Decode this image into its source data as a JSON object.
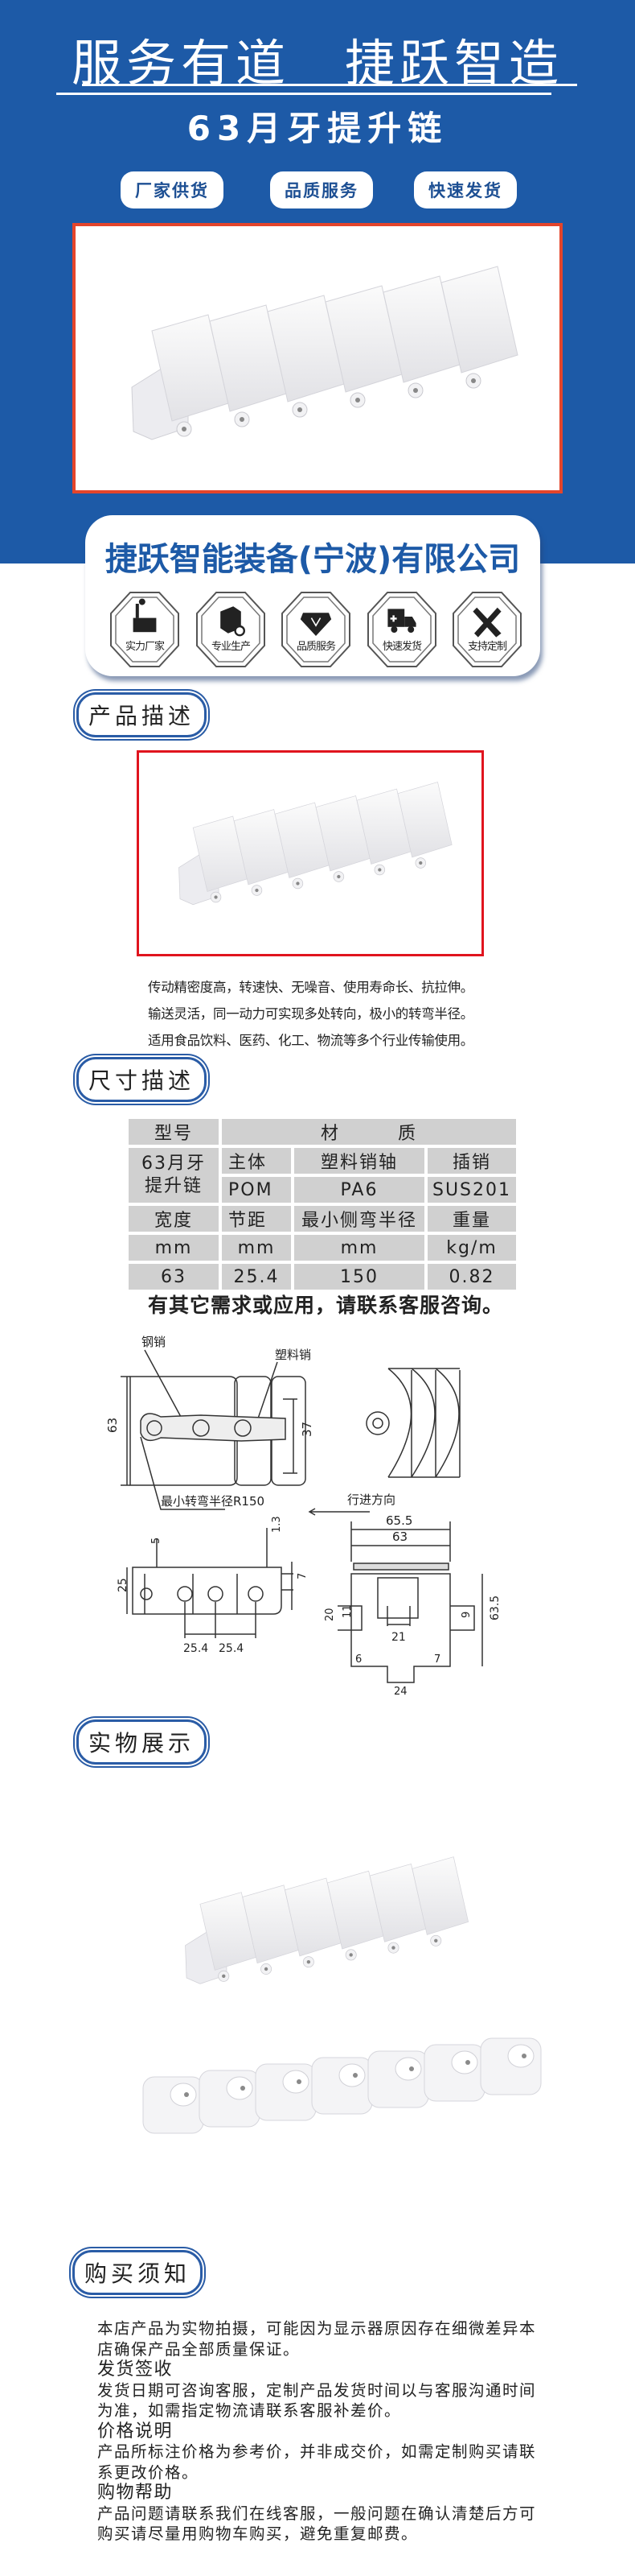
{
  "hero": {
    "slogan": "服务有道　捷跃智造",
    "product_title": "63月牙提升链",
    "pills": [
      "厂家供货",
      "品质服务",
      "快速发货"
    ]
  },
  "company": {
    "name": "捷跃智能装备(宁波)有限公司",
    "features": [
      {
        "icon": "factory-icon",
        "label": "实力厂家"
      },
      {
        "icon": "box-gear-icon",
        "label": "专业生产"
      },
      {
        "icon": "diamond-icon",
        "label": "品质服务"
      },
      {
        "icon": "truck-icon",
        "label": "快速发货"
      },
      {
        "icon": "ruler-pencil-icon",
        "label": "支持定制"
      }
    ]
  },
  "sections": {
    "description": "产品描述",
    "dimensions": "尺寸描述",
    "showcase": "实物展示",
    "notice": "购买须知"
  },
  "description_lines": [
    "传动精密度高，转速快、无噪音、使用寿命长、抗拉伸。",
    "输送灵活，同一动力可实现多处转向，极小的转弯半径。",
    "适用食品饮料、医药、化工、物流等多个行业传输使用。"
  ],
  "spec": {
    "h_model": "型号",
    "h_material": "材　　　质",
    "model": "63月牙提升链",
    "mat_labels": [
      "主体",
      "塑料销轴",
      "插销"
    ],
    "mat_values": [
      "POM",
      "PA6",
      "SUS201"
    ],
    "dim_labels": [
      "宽度",
      "节距",
      "最小侧弯半径",
      "重量"
    ],
    "units": [
      "mm",
      "mm",
      "mm",
      "kg/m"
    ],
    "values": [
      "63",
      "25.4",
      "150",
      "0.82"
    ]
  },
  "note": "有其它需求或应用，请联系客服咨询。",
  "drawing": {
    "steel_pin": "钢销",
    "plastic_pin": "塑料销",
    "min_radius": "最小转弯半径R150",
    "direction": "行进方向",
    "d63": "63",
    "d37": "37",
    "d5": "5",
    "d13": "1.3",
    "d25": "25",
    "d7": "7",
    "p1": "25.4",
    "p2": "25.4",
    "w655": "65.5",
    "w63": "63",
    "d20": "20",
    "d11": "11",
    "d21": "21",
    "d9": "9",
    "d635": "63.5",
    "d6": "6",
    "d7b": "7",
    "d24": "24"
  },
  "notice": {
    "intro": "本店产品为实物拍摄，可能因为显示器原因存在细微差异本店确保产品全部质量保证。",
    "items": [
      {
        "title": "发货签收",
        "text": "发货日期可咨询客服，定制产品发货时间以与客服沟通时间为准，如需指定物流请联系客服补差价。"
      },
      {
        "title": "价格说明",
        "text": "产品所标注价格为参考价，并非成交价，如需定制购买请联系更改价格。"
      },
      {
        "title": "购物帮助",
        "text": "产品问题请联系我们在线客服，一般问题在确认清楚后方可购买请尽量用购物车购买，避免重复邮费。"
      }
    ]
  },
  "colors": {
    "brand_blue": "#1d5aa7",
    "photo_border_top": "#e4452b",
    "photo_border_desc": "#e0141e"
  }
}
